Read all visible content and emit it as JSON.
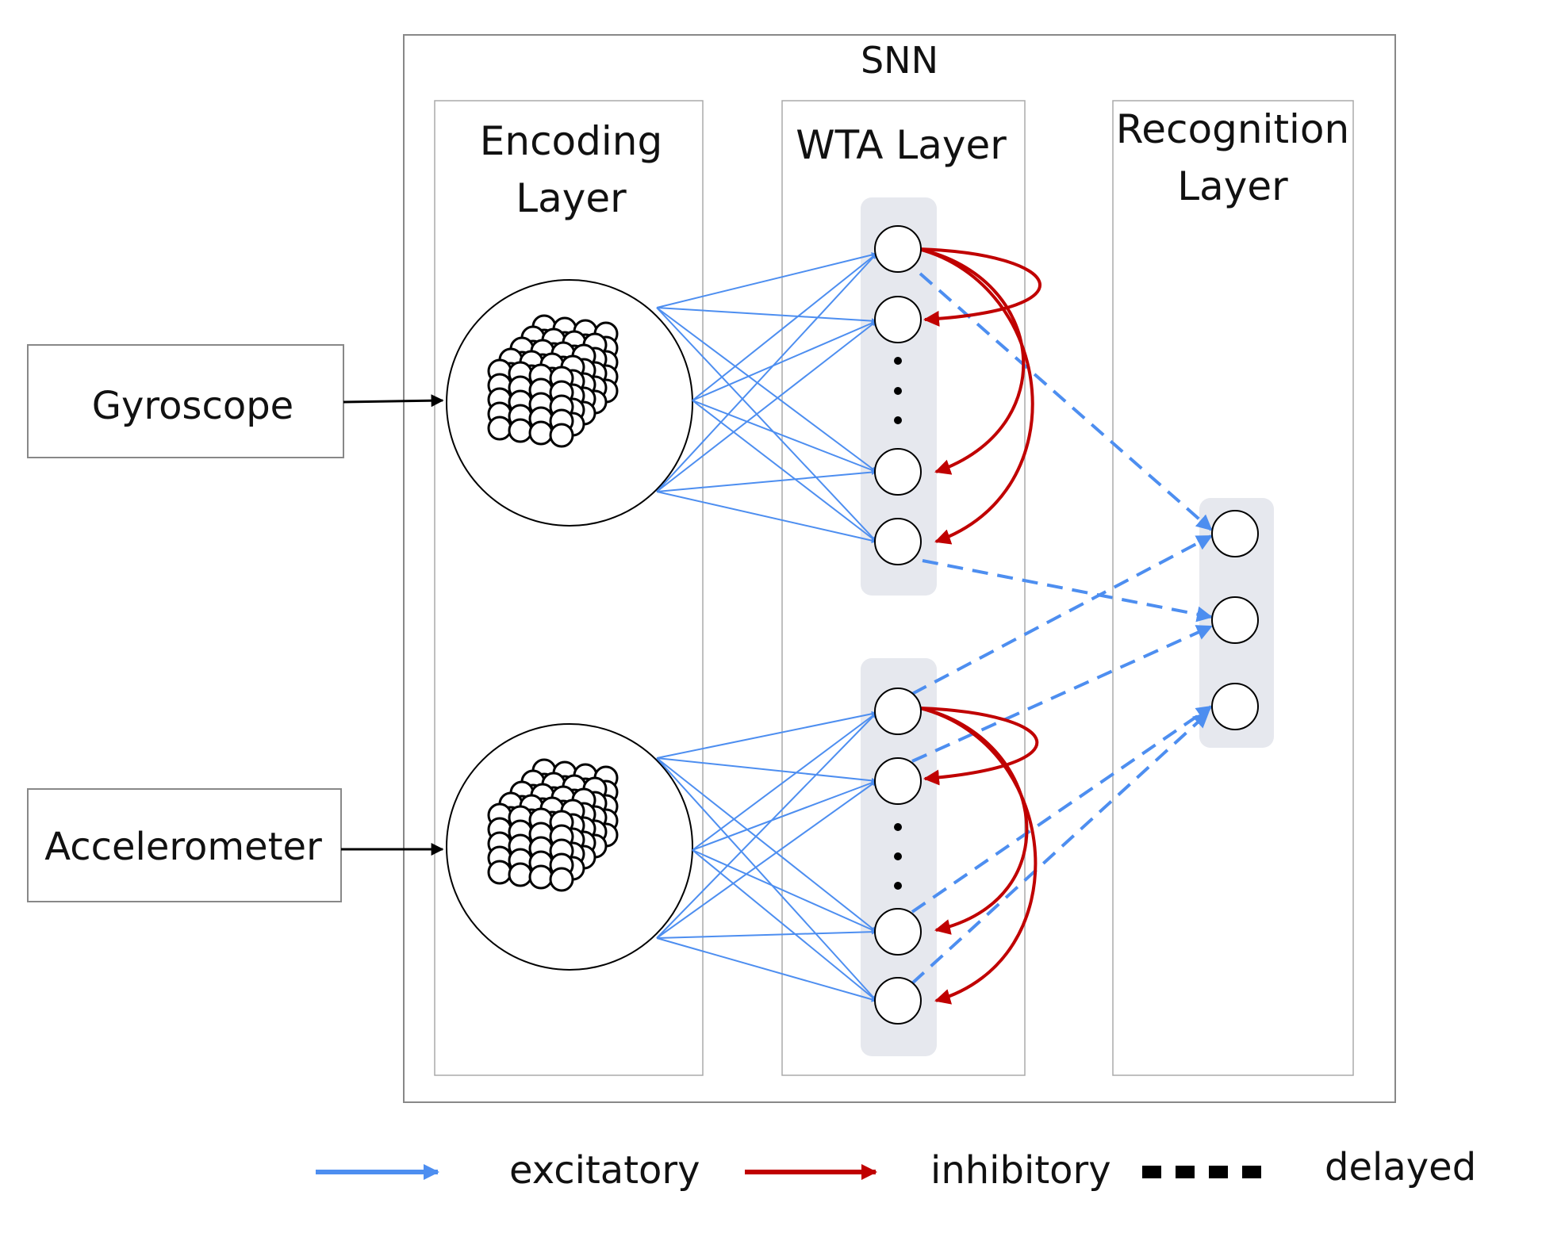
{
  "diagram": {
    "title": "SNN",
    "inputs": [
      "Gyroscope",
      "Accelerometer"
    ],
    "layers": {
      "encoding": [
        "Encoding",
        "Layer"
      ],
      "wta": "WTA Layer",
      "recognition": [
        "Recognition",
        "Layer"
      ]
    },
    "wta_groups": 2,
    "wta_neurons_per_group_shown": 4,
    "recognition_neurons": 3
  },
  "legend": {
    "excitatory": "excitatory",
    "inhibitory": "inhibitory",
    "delayed": "delayed"
  },
  "colors": {
    "excitatory": "#4d8ef0",
    "inhibitory": "#c00000",
    "delayed": "#000000",
    "group_fill": "#e6e8ee",
    "frame": "#888888"
  }
}
